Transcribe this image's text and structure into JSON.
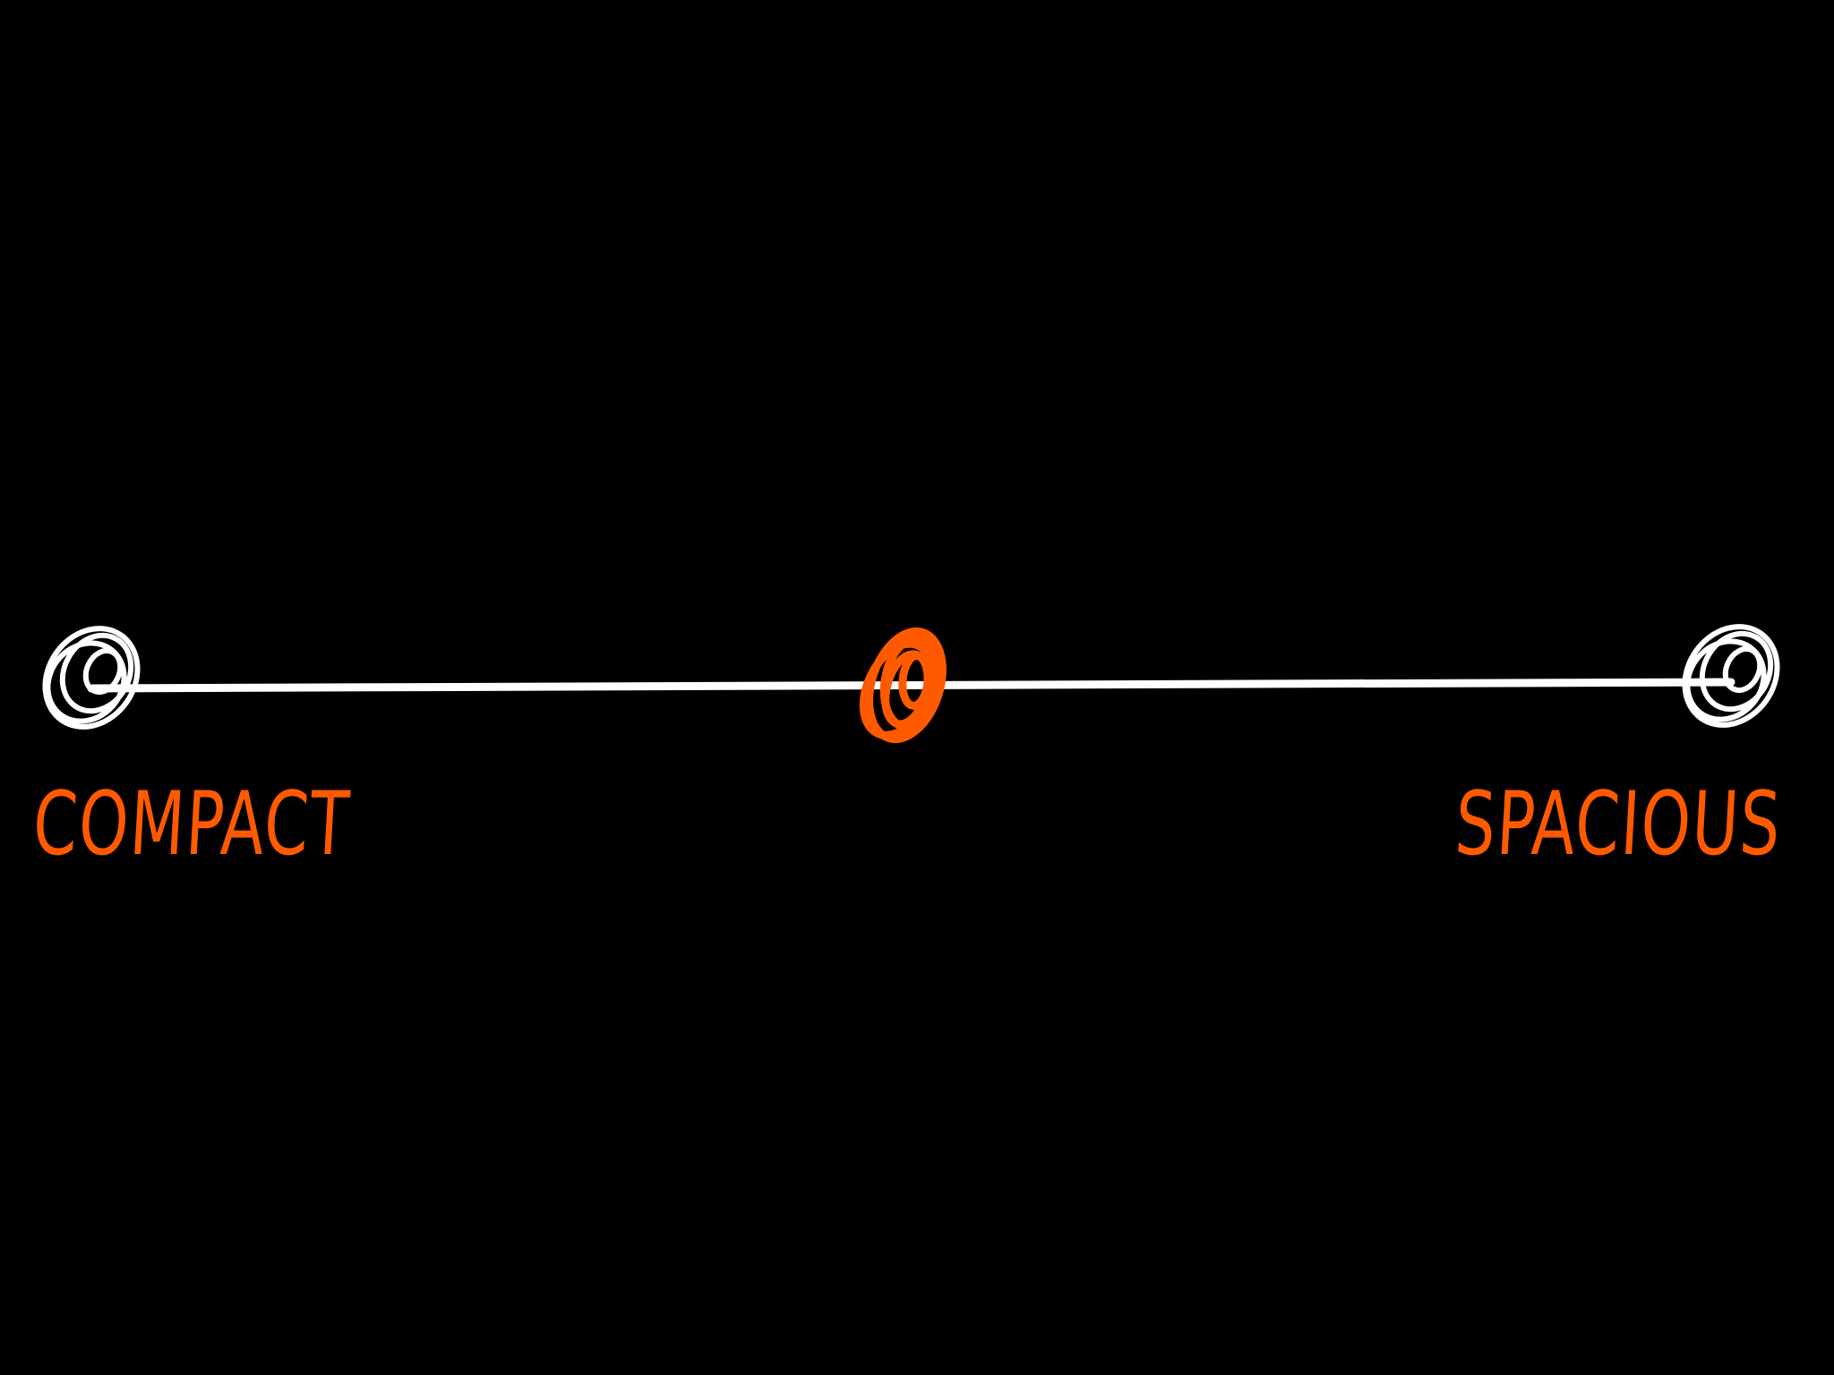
{
  "spectrum": {
    "left_label": "COMPACT",
    "right_label": "SPACIOUS",
    "marker_position": 0.5,
    "colors": {
      "background": "#000000",
      "track": "#ffffff",
      "endpoints": "#ffffff",
      "marker": "#ff5a00",
      "labels": "#ff5a00"
    }
  }
}
